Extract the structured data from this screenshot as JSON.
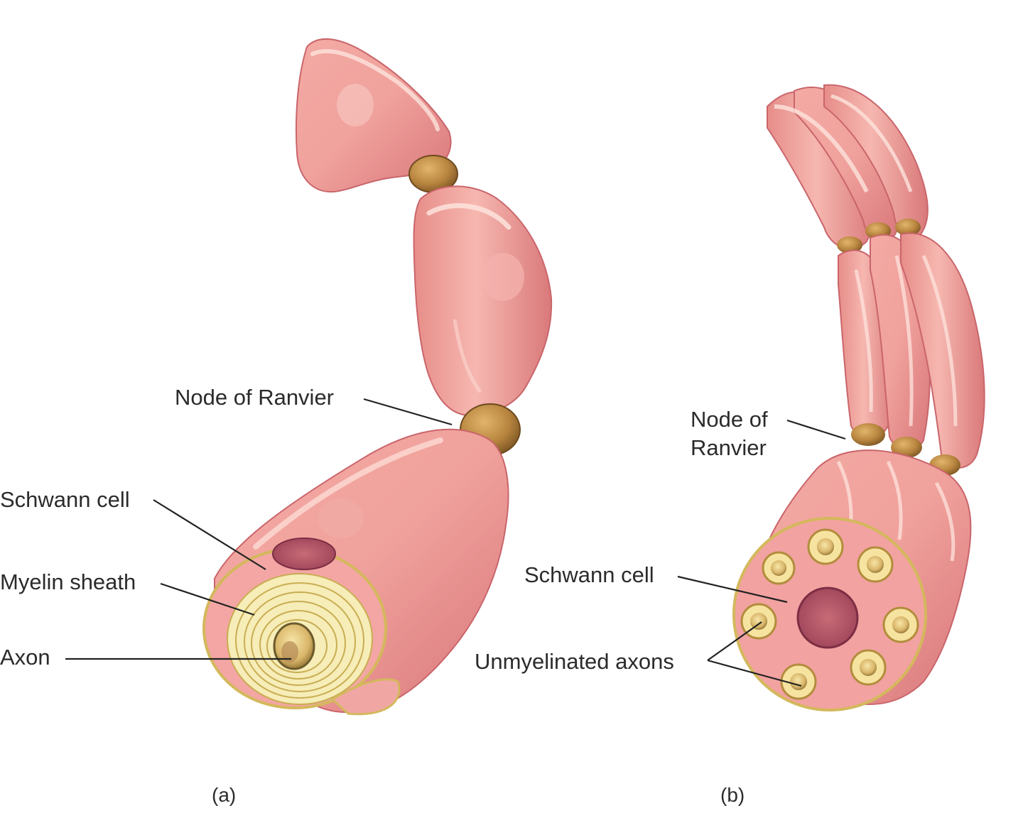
{
  "panel_a": {
    "caption": "(a)",
    "labels": {
      "node_of_ranvier": "Node of Ranvier",
      "schwann_cell": "Schwann cell",
      "myelin_sheath": "Myelin sheath",
      "axon": "Axon"
    }
  },
  "panel_b": {
    "caption": "(b)",
    "labels": {
      "node_line1": "Node of",
      "node_line2": "Ranvier",
      "schwann_cell": "Schwann cell",
      "unmyelinated_axons": "Unmyelinated axons"
    }
  },
  "colors": {
    "cell_pink": "#ee9c98",
    "cell_highlight": "#fbd2cc",
    "cell_shadow": "#cf6e6c",
    "node_brown": "#b8853f",
    "myelin_yellow": "#f3e7a6",
    "nucleus": "#b5546a",
    "leader_line": "#222222"
  }
}
